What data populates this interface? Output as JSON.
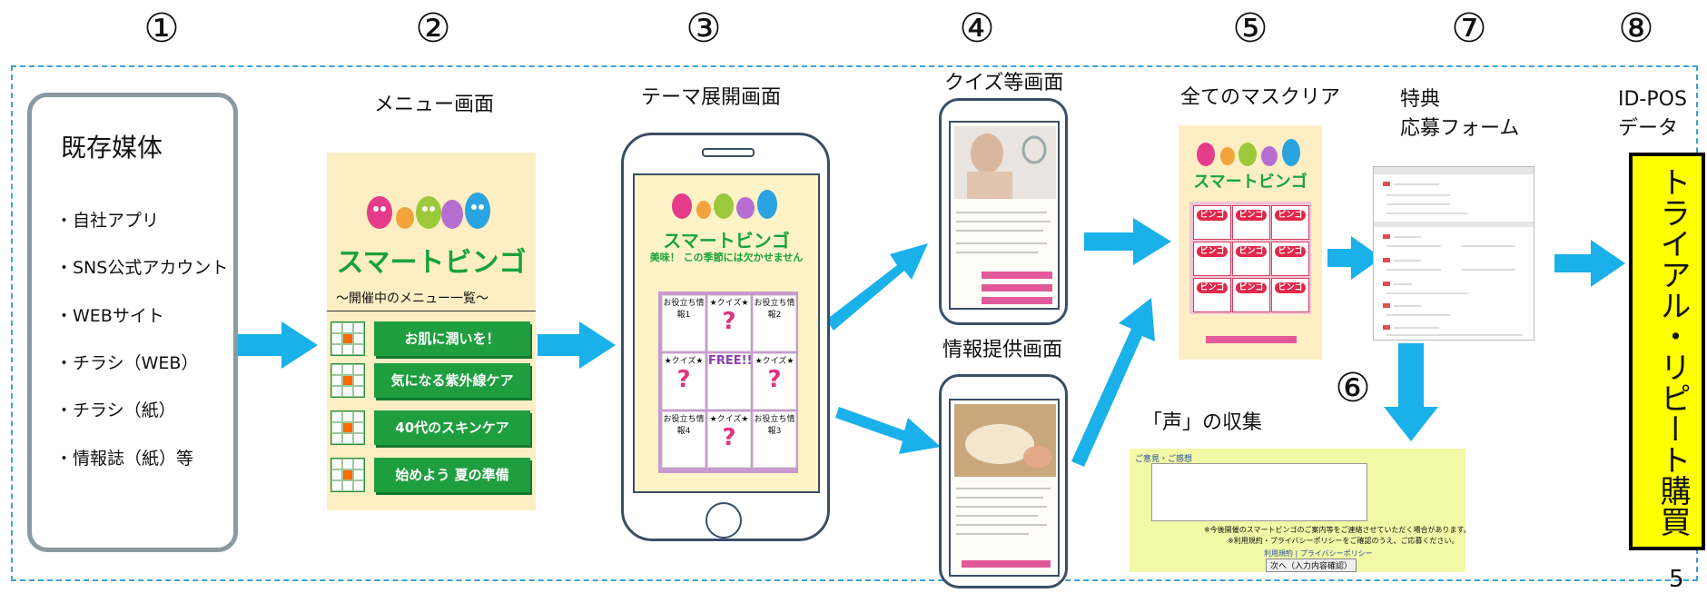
{
  "steps": {
    "s1": "①",
    "s2": "②",
    "s3": "③",
    "s4": "④",
    "s5": "⑤",
    "s6": "⑥",
    "s7": "⑦",
    "s8": "⑧"
  },
  "media": {
    "title": "既存媒体",
    "items": [
      "・自社アプリ",
      "・SNS公式アカウント",
      "・WEBサイト",
      "・チラシ（WEB）",
      "・チラシ（紙）",
      "・情報誌（紙）等"
    ]
  },
  "labels": {
    "menu": "メニュー画面",
    "theme": "テーマ展開画面",
    "quiz": "クイズ等画面",
    "info": "情報提供画面",
    "clear": "全てのマスクリア",
    "bonus_line1": "特典",
    "bonus_line2": "応募フォーム",
    "idpos_line1": "ID-POS",
    "idpos_line2": "データ",
    "voice": "「声」の収集"
  },
  "menu_screen": {
    "brand": "スマートビンゴ",
    "subtitle": "～開催中のメニュー一覧～",
    "buttons": [
      "お肌に潤いを！",
      "気になる紫外線ケア",
      "40代のスキンケア",
      "始めよう 夏の準備"
    ]
  },
  "theme_screen": {
    "brand": "スマートビンゴ",
    "tagline": "美味！ この季節には欠かせません",
    "cells": [
      "お役立ち情報1",
      "★クイズ★",
      "お役立ち情報2",
      "★クイズ★",
      "FREE!!",
      "★クイズ★",
      "お役立ち情報4",
      "★クイズ★",
      "お役立ち情報3"
    ]
  },
  "clear_screen": {
    "brand": "スマートビンゴ",
    "tile": "ビンゴ"
  },
  "voice_form": {
    "header": "ご意見・ご感想",
    "note1": "※今後開催のスマートビンゴのご案内等をご連絡させていただく場合があります。",
    "note2": "※利用規約・プライバシーポリシーをご確認のうえ、ご応募ください。",
    "links": "利用規約 | プライバシーポリシー",
    "next_button": "次へ（入力内容確認）"
  },
  "purchase_text": "トライアル・リピート購買",
  "page_number": "5",
  "colors": {
    "arrow": "#1ab0ea",
    "dash": "#3ba3d8",
    "brand_green": "#18a33a",
    "menu_bg": "#fdeec4",
    "voice_bg": "#f1f8a6",
    "purchase_bg": "#ffff00"
  }
}
